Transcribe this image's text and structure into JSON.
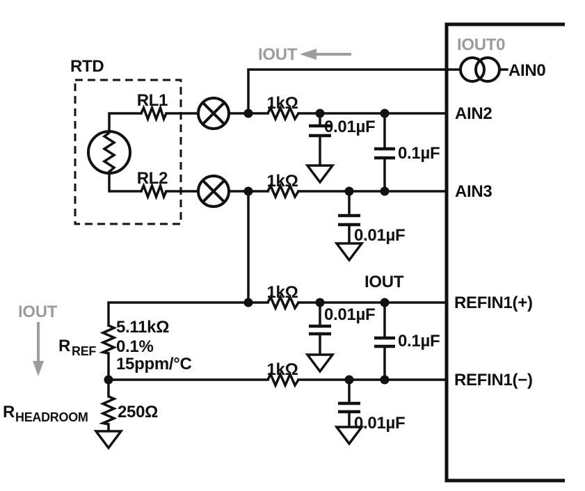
{
  "colors": {
    "ink": "#111111",
    "gray": "#9c9c9c",
    "background": "#ffffff"
  },
  "rtd": {
    "box_label": "RTD",
    "rl1_label": "RL1",
    "rl2_label": "RL2"
  },
  "excitation": {
    "iout_top_label": "IOUT",
    "iout_left_label": "IOUT",
    "iout_node_label": "IOUT"
  },
  "adc": {
    "internal_label": "IOUT0",
    "pins": {
      "ain0": "AIN0",
      "ain2": "AIN2",
      "ain3": "AIN3",
      "refin1_plus": "REFIN1(+)",
      "refin1_minus": "REFIN1(−)"
    }
  },
  "filter": {
    "r_ain2": "1kΩ",
    "r_ain3": "1kΩ",
    "r_refp": "1kΩ",
    "r_refn": "1kΩ",
    "c_ain2": "0.01µF",
    "c_ain3": "0.01µF",
    "c_refp": "0.01µF",
    "c_refn": "0.01µF",
    "c_diff_ain": "0.1µF",
    "c_diff_ref": "0.1µF"
  },
  "reference": {
    "rref_name": "R",
    "rref_sub": "REF",
    "rref_value": "5.11kΩ",
    "rref_tolerance": "0.1%",
    "rref_tempco": "15ppm/°C",
    "rheadroom_name": "R",
    "rheadroom_sub": "HEADROOM",
    "rheadroom_value": "250Ω"
  }
}
